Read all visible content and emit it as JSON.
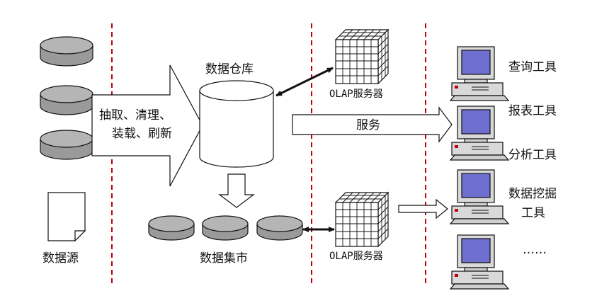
{
  "labels": {
    "data_warehouse": "数据仓库",
    "etl_line1": "抽取、清理、",
    "etl_line2": "装载、刷新",
    "olap_server_top": "OLAP服务器",
    "olap_server_bottom": "OLAP服务器",
    "service": "服务",
    "data_source": "数据源",
    "data_mart": "数据集市",
    "query_tool": "查询工具",
    "report_tool": "报表工具",
    "analysis_tool": "分析工具",
    "mining_tool_line1": "数据挖掘",
    "mining_tool_line2": "工具",
    "ellipsis": "……"
  },
  "colors": {
    "divider": "#c0000a",
    "db_fill": "#9a9a9a",
    "db_top": "#b5b5b5",
    "screen": "#6f6fd0",
    "outline": "#111111"
  }
}
